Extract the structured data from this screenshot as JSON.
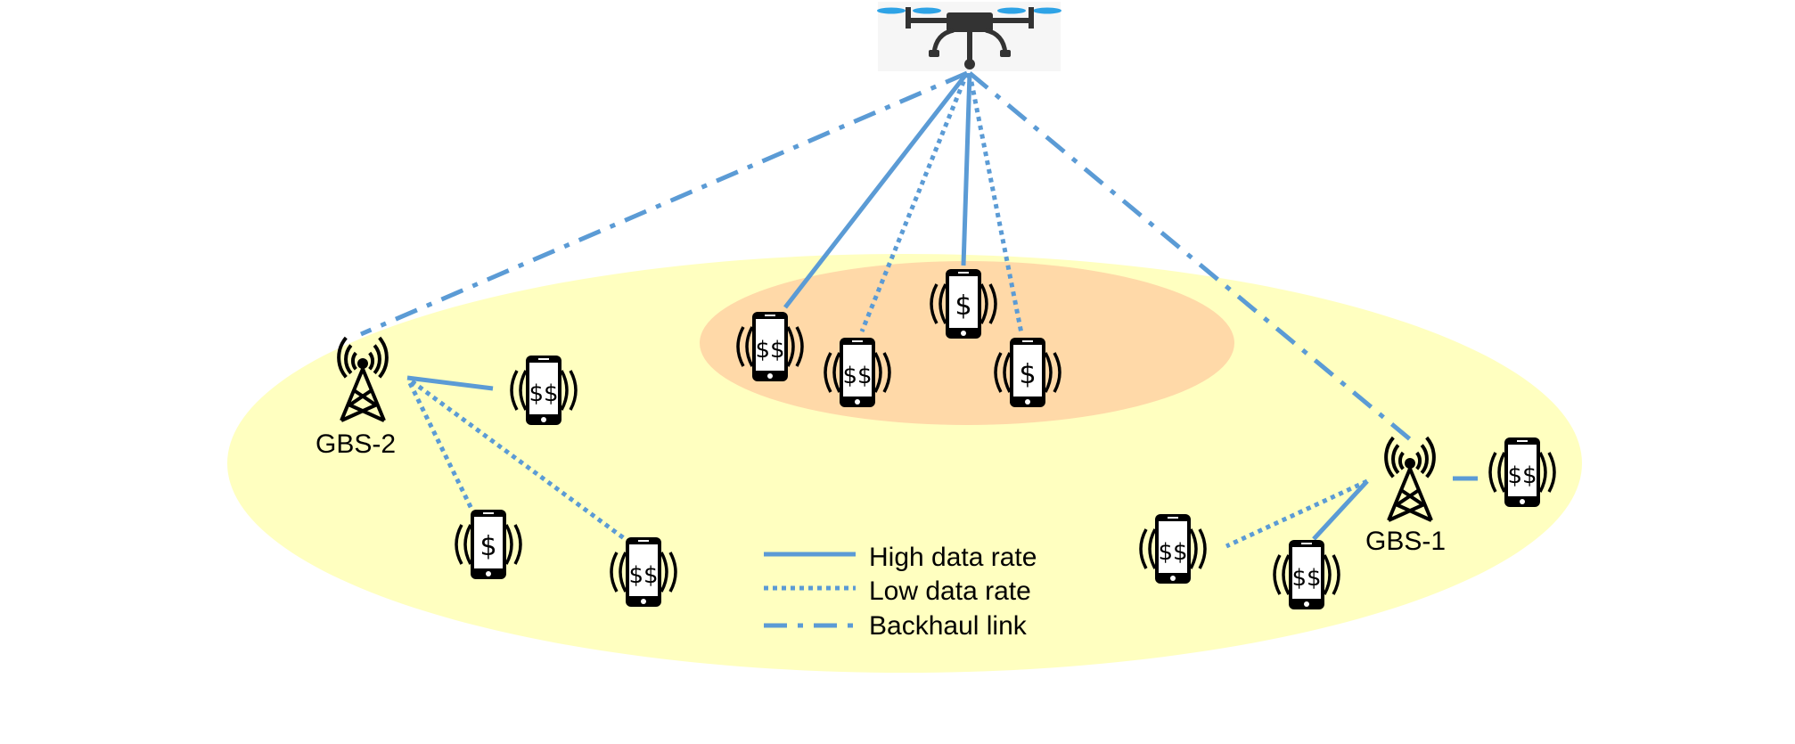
{
  "colors": {
    "link": "#5b9bd5",
    "outer_region": "#ffffc0",
    "inner_region": "#ffd9a8",
    "device": "#000000",
    "propeller": "#2ea3e6"
  },
  "nodes": {
    "uav": {
      "icon": "drone-icon"
    },
    "gbs1": {
      "label": "GBS-1",
      "icon": "cell-tower-icon"
    },
    "gbs2": {
      "label": "GBS-2",
      "icon": "cell-tower-icon"
    }
  },
  "users": [
    {
      "id": "u-uav-1",
      "symbol": "$$"
    },
    {
      "id": "u-uav-2",
      "symbol": "$$"
    },
    {
      "id": "u-uav-3",
      "symbol": "$"
    },
    {
      "id": "u-uav-4",
      "symbol": "$"
    },
    {
      "id": "u-gbs2-1",
      "symbol": "$$"
    },
    {
      "id": "u-gbs2-2",
      "symbol": "$"
    },
    {
      "id": "u-gbs2-3",
      "symbol": "$$"
    },
    {
      "id": "u-gbs1-1",
      "symbol": "$$"
    },
    {
      "id": "u-gbs1-2",
      "symbol": "$$"
    },
    {
      "id": "u-gbs1-3",
      "symbol": "$$"
    }
  ],
  "legend": {
    "high": "High data rate",
    "low": "Low data rate",
    "backhaul": "Backhaul link"
  }
}
